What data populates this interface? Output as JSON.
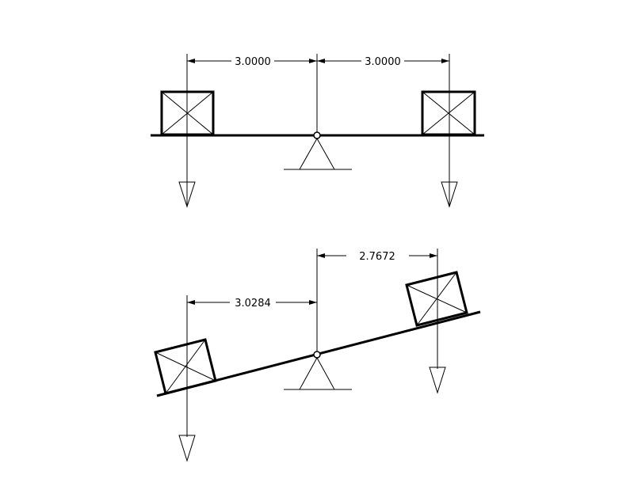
{
  "diagram": {
    "top": {
      "left_distance": "3.0000",
      "right_distance": "3.0000"
    },
    "bottom": {
      "left_distance": "3.0284",
      "right_distance": "2.7672"
    }
  },
  "colors": {
    "ink": "#000000",
    "background": "#ffffff"
  }
}
